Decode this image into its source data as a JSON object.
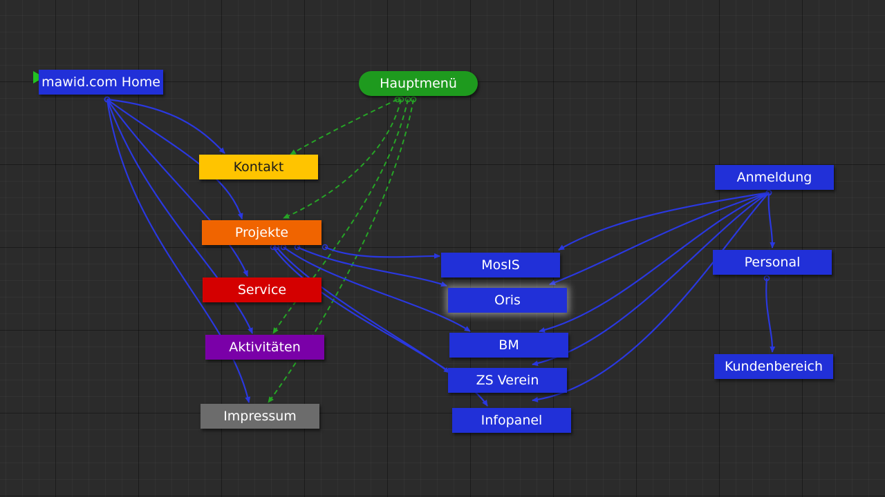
{
  "colors": {
    "background": "#2b2b2b",
    "blue_node": "#2130d8",
    "blue_edge": "#2a38e0",
    "green_edge": "#26a526",
    "start_marker": "#22c022"
  },
  "nodes": {
    "home": {
      "label": "mawid.com Home",
      "color": "#2130d8",
      "icon": "start-flag-icon"
    },
    "hauptmenu": {
      "label": "Hauptmenü",
      "color": "#1e9a1e"
    },
    "kontakt": {
      "label": "Kontakt",
      "color": "#ffc400"
    },
    "projekte": {
      "label": "Projekte",
      "color": "#f06400"
    },
    "service": {
      "label": "Service",
      "color": "#d40000"
    },
    "aktivitaeten": {
      "label": "Aktivitäten",
      "color": "#7a00a8"
    },
    "impressum": {
      "label": "Impressum",
      "color": "#6c6c6c"
    },
    "mosis": {
      "label": "MosIS",
      "color": "#2130d8"
    },
    "oris": {
      "label": "Oris",
      "color": "#2130d8"
    },
    "bm": {
      "label": "BM",
      "color": "#2130d8"
    },
    "zsverein": {
      "label": "ZS Verein",
      "color": "#2130d8"
    },
    "infopanel": {
      "label": "Infopanel",
      "color": "#2130d8"
    },
    "anmeldung": {
      "label": "Anmeldung",
      "color": "#2130d8"
    },
    "personal": {
      "label": "Personal",
      "color": "#2130d8"
    },
    "kundenbereich": {
      "label": "Kundenbereich",
      "color": "#2130d8"
    }
  },
  "edges": [
    {
      "from": "home",
      "to": "kontakt",
      "style": "solid"
    },
    {
      "from": "home",
      "to": "projekte",
      "style": "solid"
    },
    {
      "from": "home",
      "to": "service",
      "style": "solid"
    },
    {
      "from": "home",
      "to": "aktivitaeten",
      "style": "solid"
    },
    {
      "from": "home",
      "to": "impressum",
      "style": "solid"
    },
    {
      "from": "hauptmenu",
      "to": "kontakt",
      "style": "dashed"
    },
    {
      "from": "hauptmenu",
      "to": "projekte",
      "style": "dashed"
    },
    {
      "from": "hauptmenu",
      "to": "aktivitaeten",
      "style": "dashed"
    },
    {
      "from": "hauptmenu",
      "to": "impressum",
      "style": "dashed"
    },
    {
      "from": "projekte",
      "to": "mosis",
      "style": "solid"
    },
    {
      "from": "projekte",
      "to": "oris",
      "style": "solid"
    },
    {
      "from": "projekte",
      "to": "bm",
      "style": "solid"
    },
    {
      "from": "projekte",
      "to": "zsverein",
      "style": "solid"
    },
    {
      "from": "projekte",
      "to": "infopanel",
      "style": "solid"
    },
    {
      "from": "anmeldung",
      "to": "mosis",
      "style": "solid"
    },
    {
      "from": "anmeldung",
      "to": "oris",
      "style": "solid"
    },
    {
      "from": "anmeldung",
      "to": "bm",
      "style": "solid"
    },
    {
      "from": "anmeldung",
      "to": "zsverein",
      "style": "solid"
    },
    {
      "from": "anmeldung",
      "to": "infopanel",
      "style": "solid"
    },
    {
      "from": "anmeldung",
      "to": "personal",
      "style": "solid"
    },
    {
      "from": "personal",
      "to": "kundenbereich",
      "style": "solid"
    }
  ]
}
